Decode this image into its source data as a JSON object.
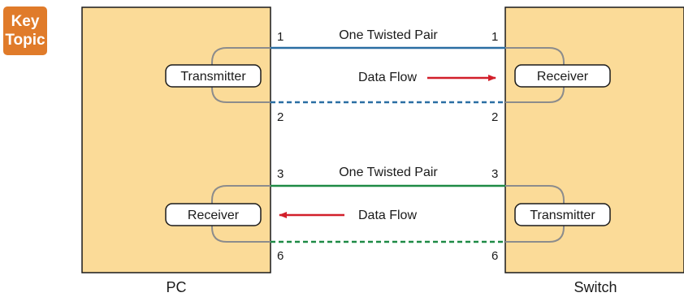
{
  "badge": {
    "line1": "Key",
    "line2": "Topic",
    "color": "#e07b2a"
  },
  "devices": {
    "left": {
      "name": "PC",
      "fill": "#fbdb98"
    },
    "right": {
      "name": "Switch",
      "fill": "#fbdb98"
    }
  },
  "pairs": [
    {
      "label": "One Twisted Pair",
      "pins_left": [
        "1",
        "2"
      ],
      "pins_right": [
        "1",
        "2"
      ],
      "color": "#2a6ea3",
      "flow_label": "Data Flow",
      "left_box": "Transmitter",
      "right_box": "Receiver",
      "direction": "right"
    },
    {
      "label": "One Twisted Pair",
      "pins_left": [
        "3",
        "6"
      ],
      "pins_right": [
        "3",
        "6"
      ],
      "color": "#1e8a45",
      "flow_label": "Data Flow",
      "left_box": "Receiver",
      "right_box": "Transmitter",
      "direction": "left"
    }
  ],
  "arrow_color": "#d21f2a"
}
